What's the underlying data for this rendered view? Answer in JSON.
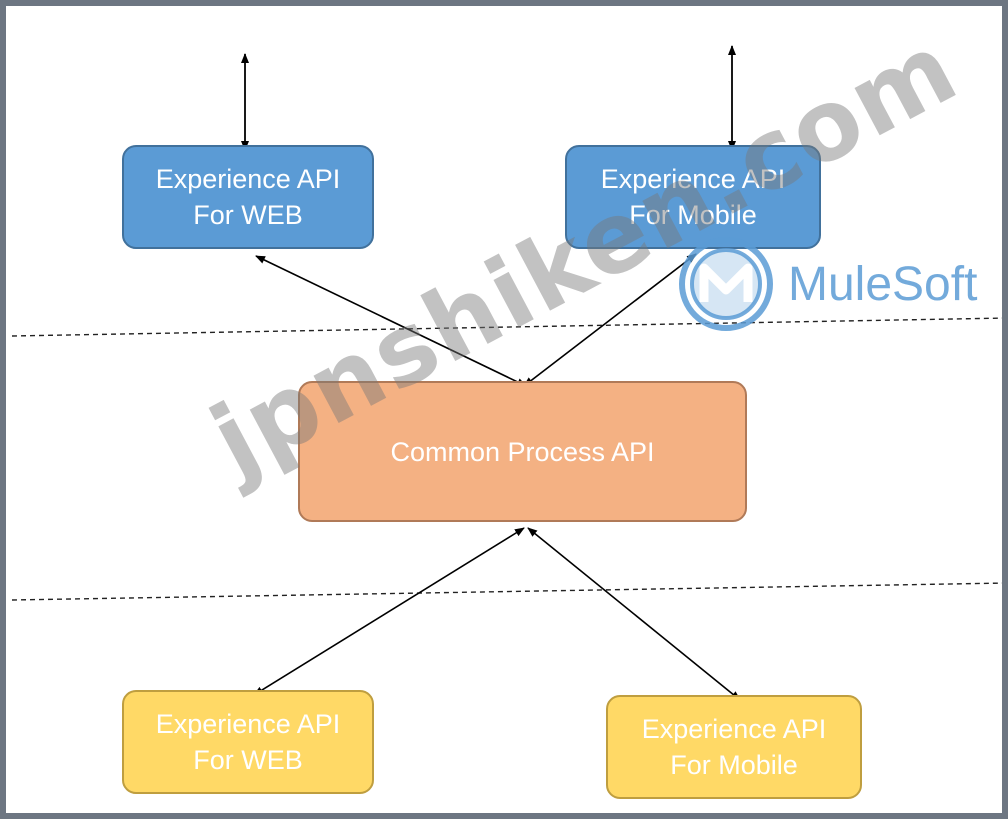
{
  "nodes": {
    "top_left": {
      "line1": "Experience API",
      "line2": "For WEB"
    },
    "top_right": {
      "line1": "Experience API",
      "line2": "For Mobile"
    },
    "center": {
      "label": "Common Process API"
    },
    "bottom_left": {
      "line1": "Experience API",
      "line2": "For WEB"
    },
    "bottom_right": {
      "line1": "Experience API",
      "line2": "For Mobile"
    }
  },
  "watermark": {
    "text": "jpnshiken.com",
    "logo_text": "MuleSoft"
  },
  "colors": {
    "experience_top": "#5b9bd5",
    "process": "#f4b183",
    "experience_bottom": "#ffd966",
    "frame": "#6d7682",
    "logo": "#5b9bd5"
  },
  "icons": [
    "mulesoft-logo-icon"
  ]
}
